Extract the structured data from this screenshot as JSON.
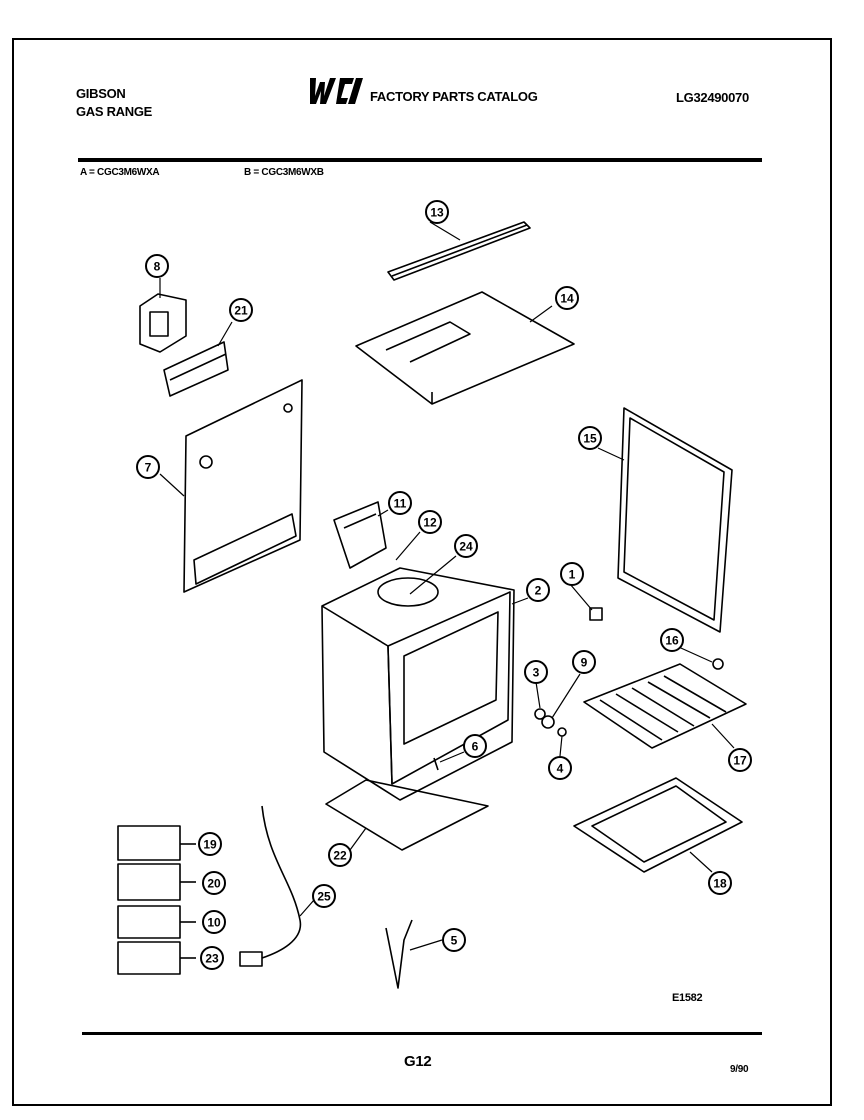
{
  "header": {
    "brand": "GIBSON",
    "product": "GAS RANGE",
    "catalog_title": "FACTORY PARTS CATALOG",
    "publication_number": "LG32490070"
  },
  "models": {
    "a": "A = CGC3M6WXA",
    "b": "B = CGC3M6WXB"
  },
  "callouts": [
    "1",
    "2",
    "3",
    "4",
    "5",
    "6",
    "7",
    "8",
    "9",
    "10",
    "11",
    "12",
    "13",
    "14",
    "15",
    "16",
    "17",
    "18",
    "19",
    "20",
    "21",
    "22",
    "23",
    "24",
    "25"
  ],
  "footer": {
    "diagram_id": "E1582",
    "page": "G12",
    "date": "9/90"
  }
}
